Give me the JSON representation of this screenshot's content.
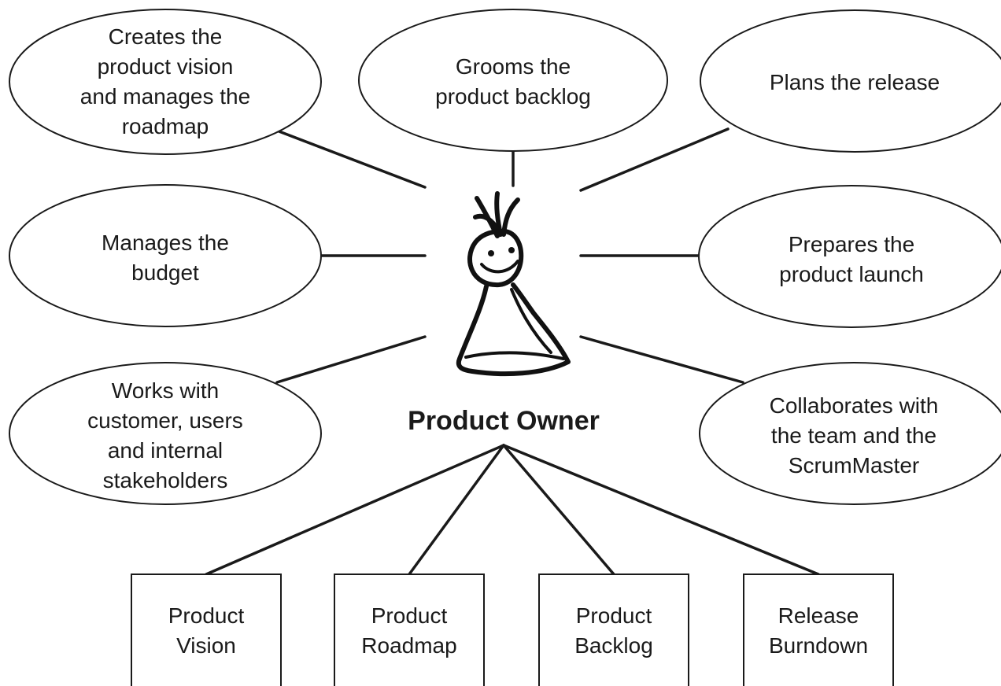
{
  "diagram": {
    "center": {
      "title": "Product Owner",
      "icon": "product-owner-figure-icon"
    },
    "responsibilities": [
      {
        "id": "vision",
        "text": "Creates the\nproduct vision\nand manages the\nroadmap"
      },
      {
        "id": "backlog",
        "text": "Grooms the\nproduct backlog"
      },
      {
        "id": "release",
        "text": "Plans the release"
      },
      {
        "id": "budget",
        "text": "Manages the\nbudget"
      },
      {
        "id": "launch",
        "text": "Prepares the\nproduct launch"
      },
      {
        "id": "stakeholders",
        "text": "Works with\ncustomer, users\nand internal\nstakeholders"
      },
      {
        "id": "team",
        "text": "Collaborates with\nthe team and the\nScrumMaster"
      }
    ],
    "artifacts": [
      {
        "id": "product-vision",
        "text": "Product\nVision"
      },
      {
        "id": "product-roadmap",
        "text": "Product\nRoadmap"
      },
      {
        "id": "product-backlog",
        "text": "Product\nBacklog"
      },
      {
        "id": "release-burndown",
        "text": "Release\nBurndown"
      }
    ],
    "colors": {
      "stroke": "#1a1a1a",
      "background": "#ffffff"
    }
  }
}
